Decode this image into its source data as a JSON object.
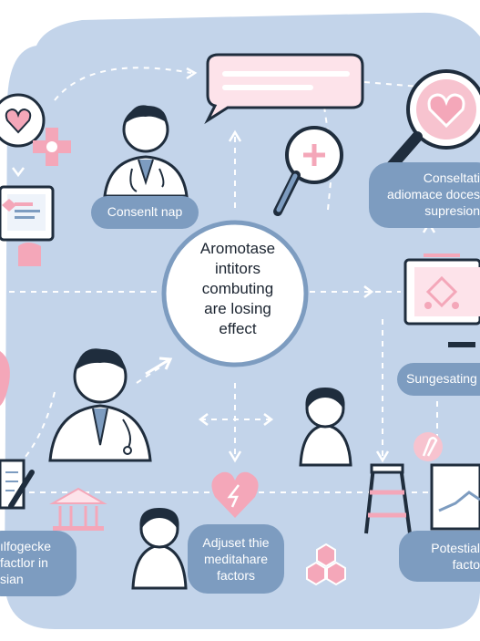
{
  "center": {
    "lines": [
      "Aromotase",
      "intitors",
      "combuting",
      "are losing",
      "effect"
    ]
  },
  "labels": {
    "consult": "Consenlt nap",
    "consultation": [
      "Conseltаti",
      "adiomace doces",
      "supresion"
    ],
    "suggest": "Sungesating",
    "left_bottom": [
      "ılfogecke",
      "factlor in",
      "sian"
    ],
    "adjust": [
      "Adjuset thie",
      "meditahare",
      "factors"
    ],
    "potential": [
      "Potestial",
      "facto"
    ]
  },
  "colors": {
    "background": "#c3d4ea",
    "pill": "#7d9cc0",
    "accent_pink": "#f4a7b9",
    "outline": "#1f2d3d"
  },
  "icons": [
    "heart-icon",
    "monitor-icon",
    "doctor-icon",
    "chat-bubble-icon",
    "magnifier-plus-icon",
    "magnifier-heart-icon",
    "chart-monitor-icon",
    "woman-icon",
    "ladder-icon",
    "bank-icon",
    "pen-icon",
    "heart-lightning-icon",
    "hexagon-cluster-icon",
    "ribbon-icon",
    "arrow-icon"
  ]
}
